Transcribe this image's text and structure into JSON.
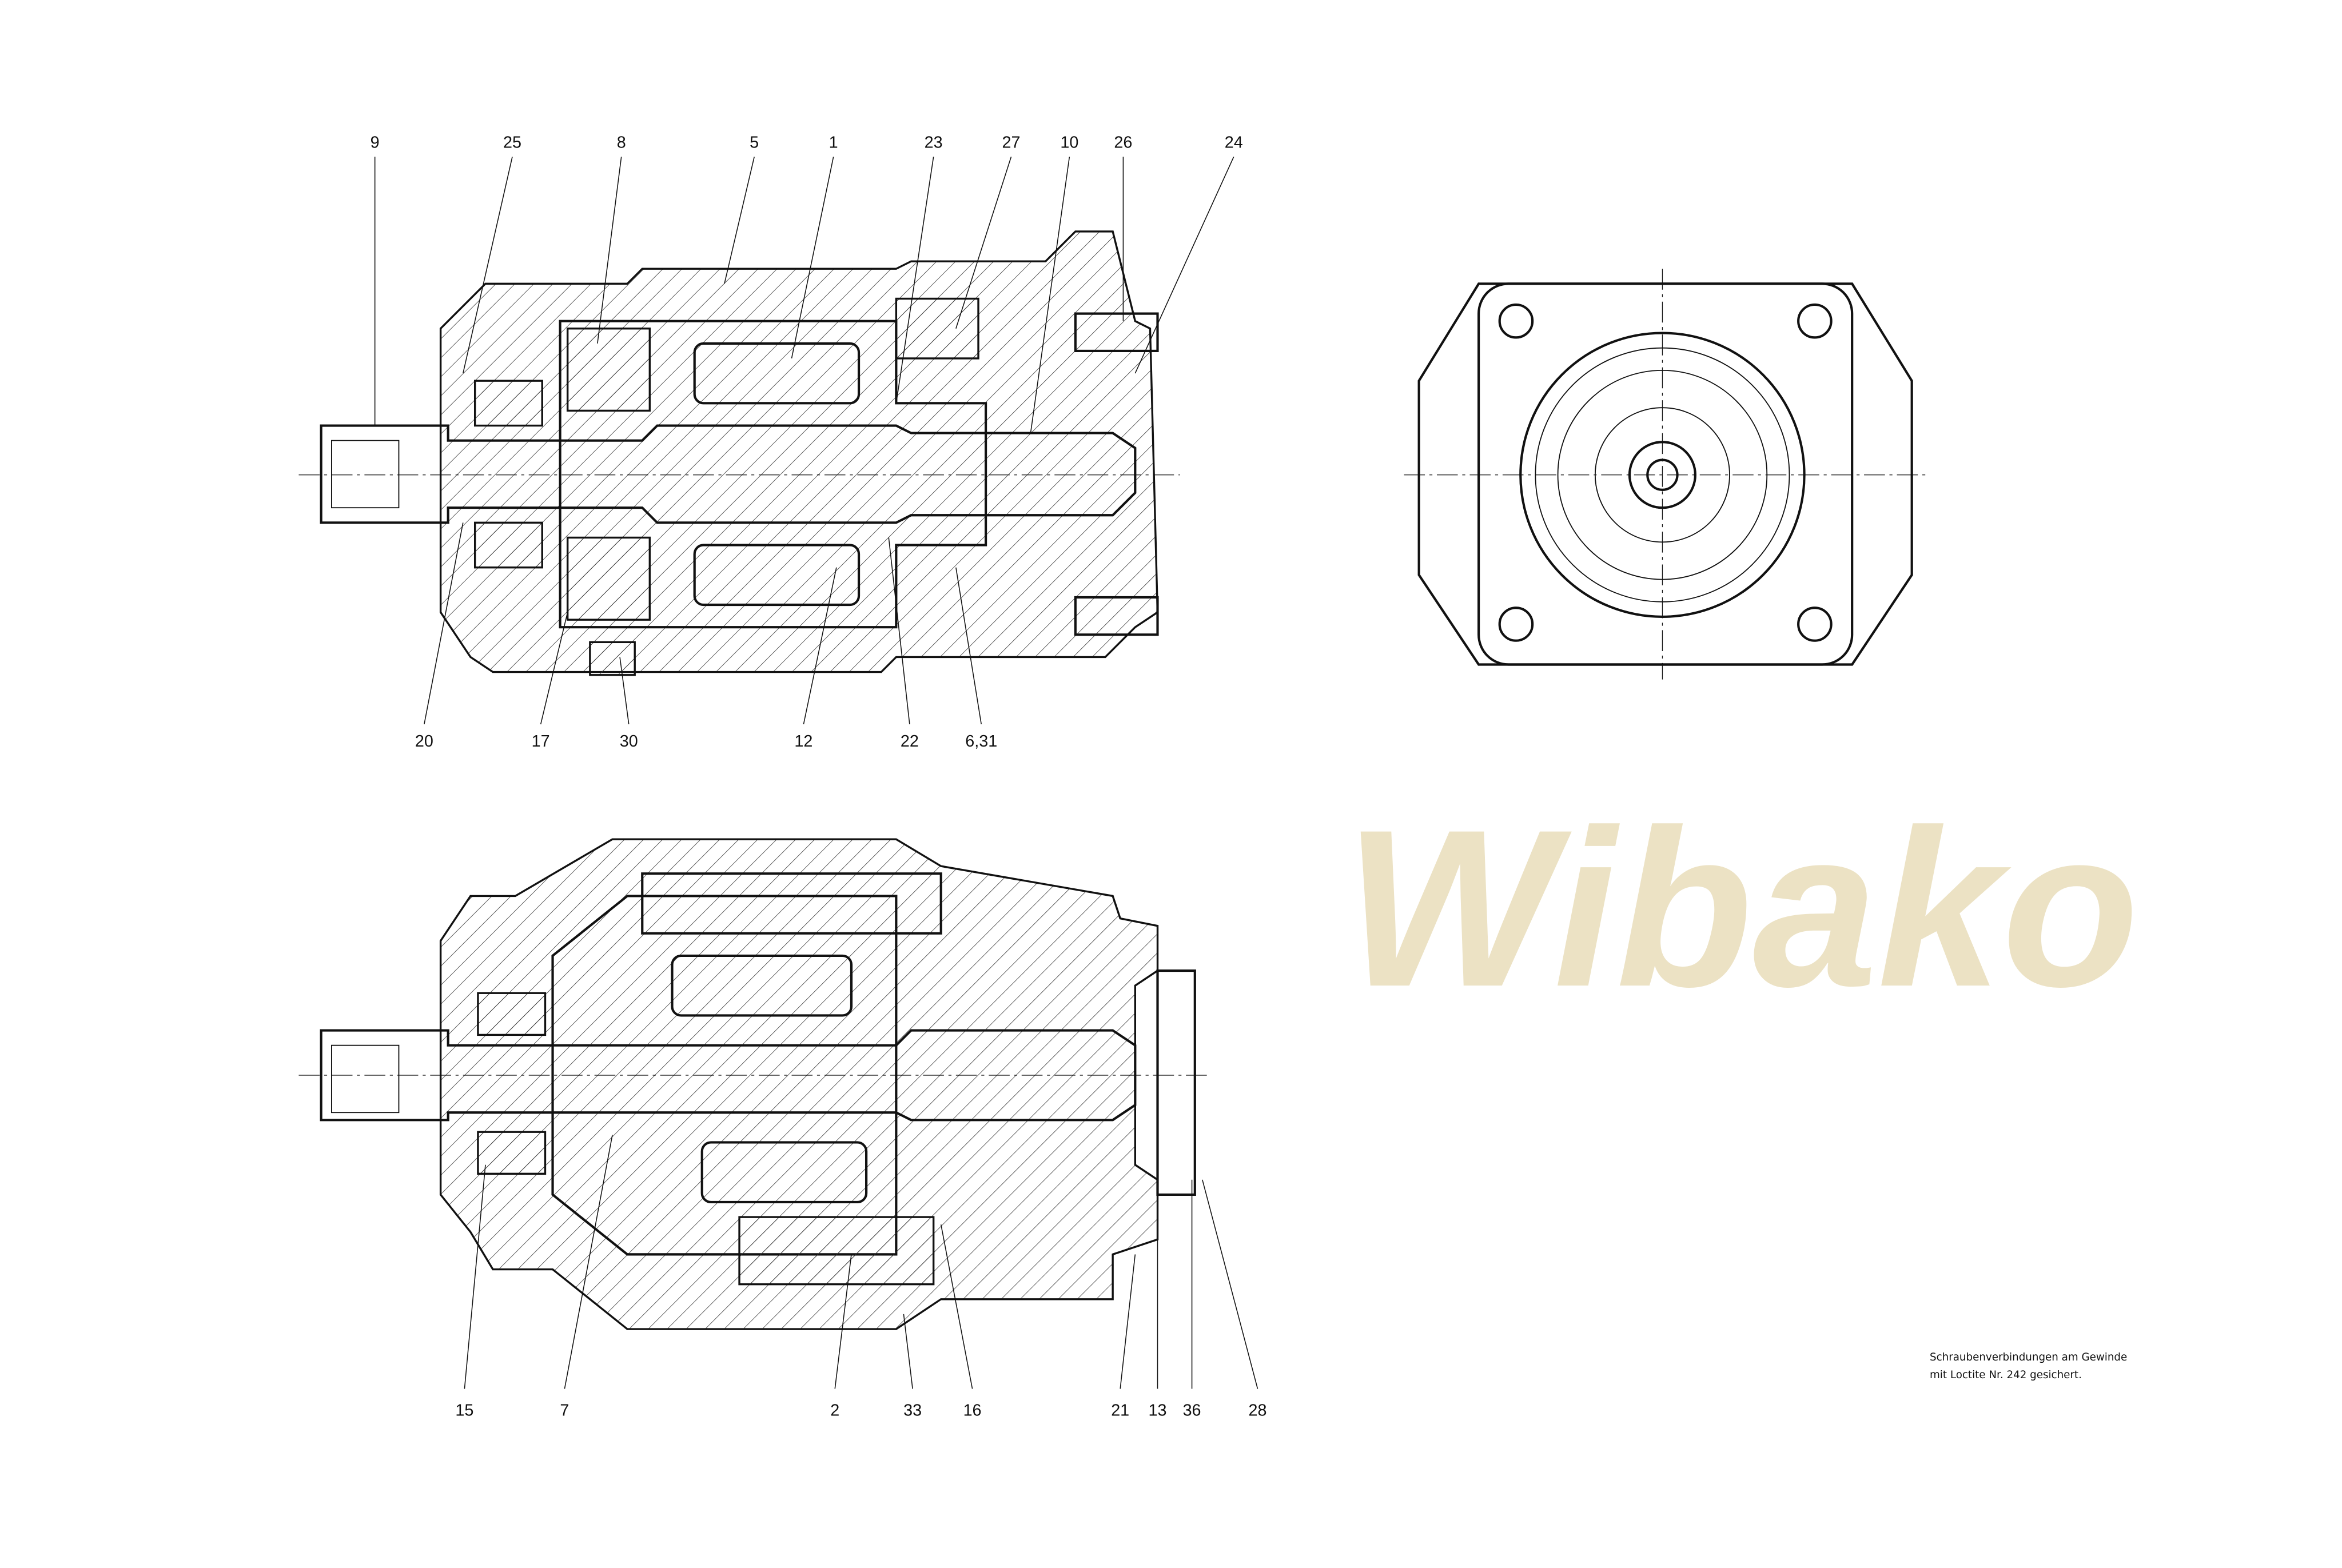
{
  "watermark": "Wibako",
  "top_section": {
    "labels_top": [
      "9",
      "25",
      "8",
      "5",
      "1",
      "23",
      "27",
      "10",
      "26",
      "24"
    ],
    "labels_bottom": [
      "20",
      "17",
      "30",
      "12",
      "22",
      "6,31"
    ]
  },
  "bottom_section": {
    "labels_bottom": [
      "15",
      "7",
      "2",
      "33",
      "16",
      "21",
      "13",
      "36",
      "28"
    ]
  },
  "note": {
    "line1": "Schraubenverbindungen am Gewinde",
    "line2": "mit Loctite Nr. 242 gesichert."
  }
}
